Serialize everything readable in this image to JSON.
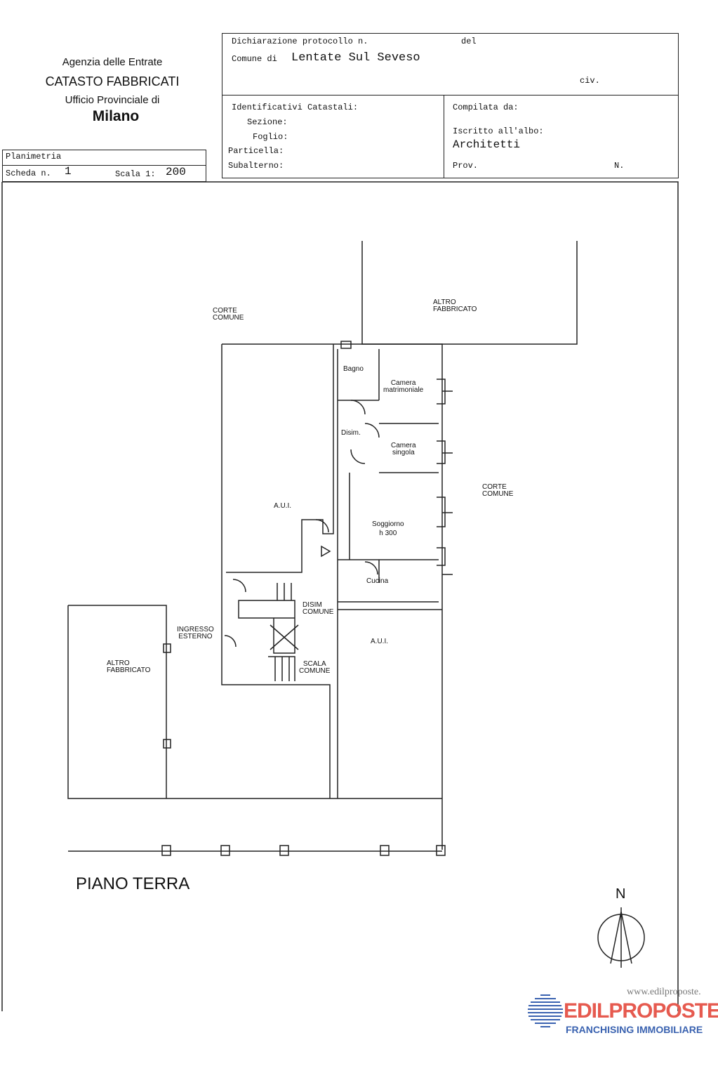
{
  "agency": {
    "line1": "Agenzia delle Entrate",
    "line2": "CATASTO FABBRICATI",
    "line3": "Ufficio Provinciale di",
    "line4": "Milano"
  },
  "form": {
    "protocol_label": "Dichiarazione protocollo n.",
    "del_label": "del",
    "comune_label": "Comune di",
    "comune_value": "Lentate Sul Seveso",
    "civ_label": "civ.",
    "ident_label": "Identificativi Catastali:",
    "sezione_label": "Sezione:",
    "foglio_label": "Foglio:",
    "particella_label": "Particella:",
    "subalterno_label": "Subalterno:",
    "compilata_label": "Compilata da:",
    "albo_label": "Iscritto all'albo:",
    "albo_value": "Architetti",
    "prov_label": "Prov.",
    "n_label": "N."
  },
  "sheet": {
    "type_label": "Planimetria",
    "scheda_label": "Scheda n.",
    "scheda_value": "1",
    "scala_label": "Scala 1:",
    "scala_value": "200"
  },
  "plan": {
    "corte_comune_nw": [
      "CORTE",
      "COMUNE"
    ],
    "altro_fabbricato_n": [
      "ALTRO",
      "FABBRICATO"
    ],
    "corte_comune_e": [
      "CORTE",
      "COMUNE"
    ],
    "altro_fabbricato_w": [
      "ALTRO",
      "FABBRICATO"
    ],
    "rooms": {
      "bagno": "Bagno",
      "camera_matrimoniale": [
        "Camera",
        "matrimoniale"
      ],
      "disim": "Disim.",
      "camera_singola": [
        "Camera",
        "singola"
      ],
      "soggiorno": [
        "Soggiorno",
        "h 300"
      ],
      "cucina": "Cucina",
      "aui_1": "A.U.I.",
      "aui_2": "A.U.I."
    },
    "disim_comune": [
      "DISIM",
      "COMUNE"
    ],
    "ingresso_esterno": [
      "INGRESSO",
      "ESTERNO"
    ],
    "scala_comune": [
      "SCALA",
      "COMUNE"
    ],
    "floor_title": "PIANO TERRA",
    "north_label": "N"
  },
  "watermark": {
    "url": "www.edilproposte.",
    "brand": "EDILPROPOSTE",
    "tagline": "FRANCHISING IMMOBILIARE"
  }
}
